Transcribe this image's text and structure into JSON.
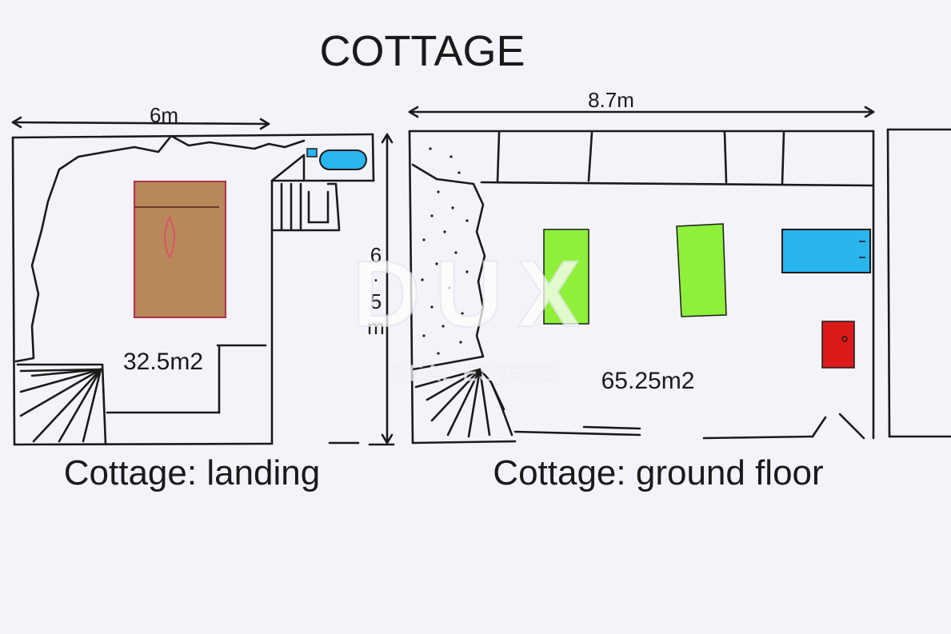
{
  "title": "COTTAGE",
  "landing": {
    "width_label": "6m",
    "area_label": "32.5m2",
    "caption": "Cottage: landing"
  },
  "ground": {
    "width_label": "8.7m",
    "area_label": "65.25m2",
    "caption": "Cottage: ground floor"
  },
  "depth_label": {
    "line1": "6",
    "line2": ".",
    "line3": "5",
    "line4": "m"
  },
  "watermark": {
    "logo": "DUX",
    "tagline": "REAL ESTATE"
  },
  "colors": {
    "bed": "#b8875a",
    "bed_border": "#b0304e",
    "green_block": "#8ef03a",
    "blue_fixture": "#29b5ee",
    "red_appliance": "#dd1a1a"
  }
}
